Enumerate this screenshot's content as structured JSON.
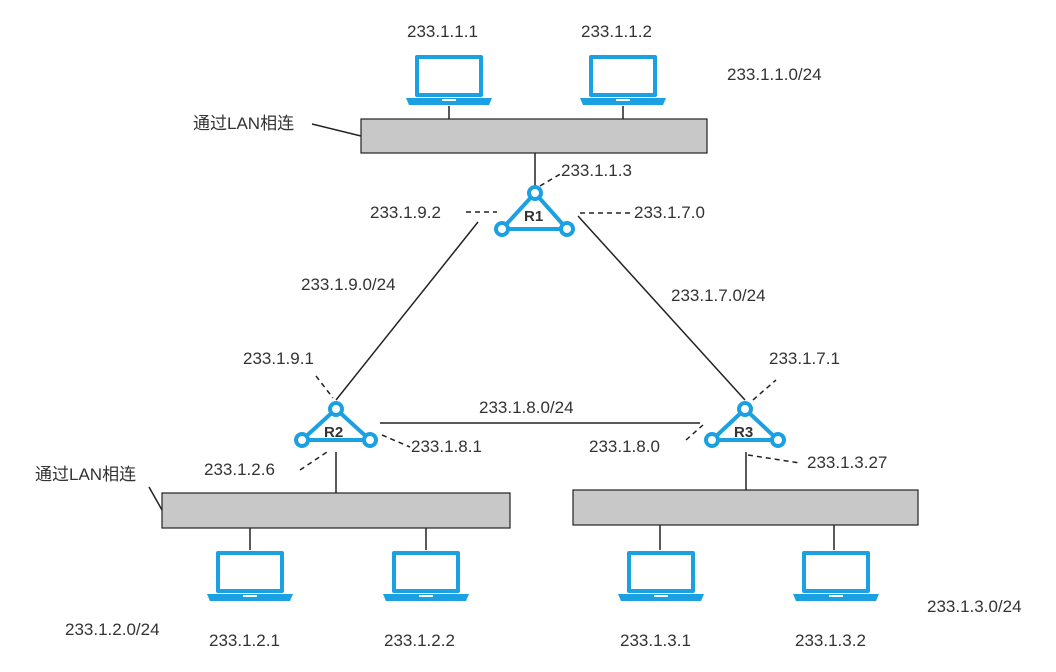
{
  "colors": {
    "device": "#1ba1e2",
    "lan_fill": "#c8c8c8",
    "line": "#222222"
  },
  "hosts": [
    {
      "ip": "233.1.1.1",
      "icon": "laptop-icon"
    },
    {
      "ip": "233.1.1.2",
      "icon": "laptop-icon"
    },
    {
      "ip": "233.1.2.1",
      "icon": "laptop-icon"
    },
    {
      "ip": "233.1.2.2",
      "icon": "laptop-icon"
    },
    {
      "ip": "233.1.3.1",
      "icon": "laptop-icon"
    },
    {
      "ip": "233.1.3.2",
      "icon": "laptop-icon"
    }
  ],
  "subnets": {
    "top": "233.1.1.0/24",
    "left": "233.1.2.0/24",
    "right": "233.1.3.0/24",
    "r1_r2": "233.1.9.0/24",
    "r1_r3": "233.1.7.0/24",
    "r2_r3": "233.1.8.0/24"
  },
  "lan_label": "通过LAN相连",
  "routers": [
    {
      "name": "R1",
      "icon": "router-icon"
    },
    {
      "name": "R2",
      "icon": "router-icon"
    },
    {
      "name": "R3",
      "icon": "router-icon"
    }
  ],
  "interfaces": {
    "r1_lan": "233.1.1.3",
    "r1_left": "233.1.9.2",
    "r1_right": "233.1.7.0",
    "r2_top": "233.1.9.1",
    "r2_right": "233.1.8.1",
    "r2_lan": "233.1.2.6",
    "r3_top": "233.1.7.1",
    "r3_left": "233.1.8.0",
    "r3_lan": "233.1.3.27"
  }
}
